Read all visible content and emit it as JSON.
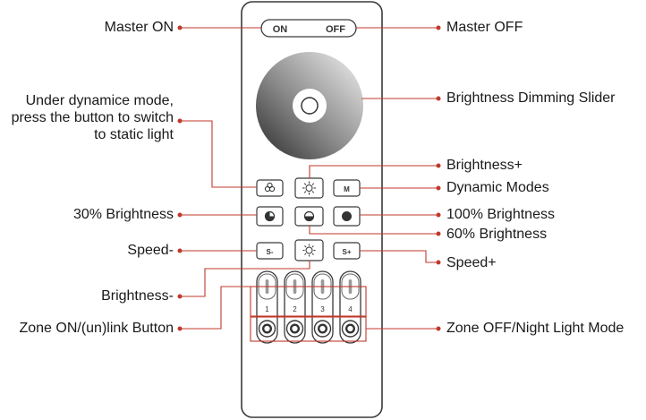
{
  "remote": {
    "on_label": "ON",
    "off_label": "OFF",
    "speed_minus": "S-",
    "speed_plus": "S+",
    "mode": "M",
    "zones": [
      "1",
      "2",
      "3",
      "4"
    ]
  },
  "callouts": {
    "master_on": "Master ON",
    "master_off": "Master OFF",
    "brightness_slider": "Brightness Dimming Slider",
    "static_light": "Under dynamice mode, press the button to switch to static light",
    "brightness_plus": "Brightness+",
    "dynamic_modes": "Dynamic Modes",
    "brightness_30": "30% Brightness",
    "brightness_100": "100% Brightness",
    "brightness_60": "60% Brightness",
    "speed_minus": "Speed-",
    "speed_plus": "Speed+",
    "brightness_minus": "Brightness-",
    "zone_on": "Zone ON/(un)link Button",
    "zone_off": "Zone OFF/Night Light Mode"
  },
  "colors": {
    "leader": "#c0392b",
    "outline": "#3a3a3a"
  }
}
